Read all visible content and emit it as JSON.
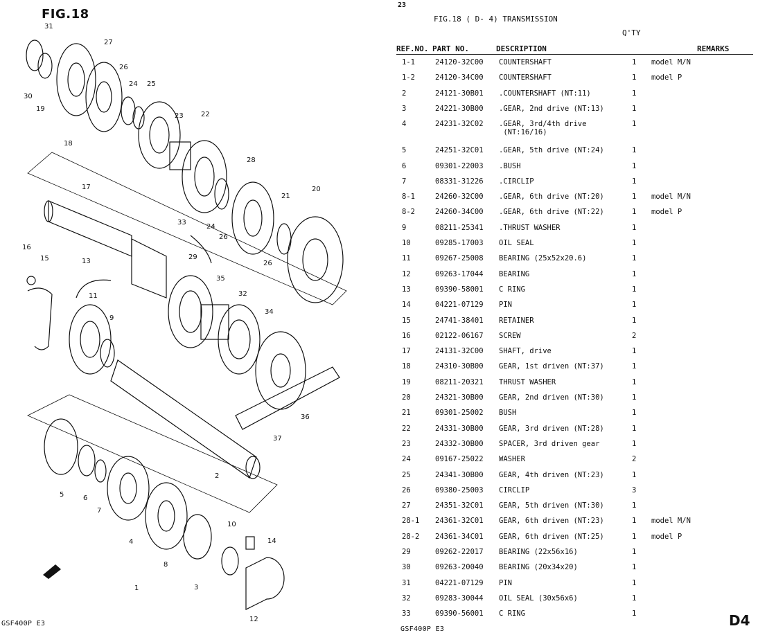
{
  "left": {
    "figure_title": "FIG.18",
    "footer": "GSF400P E3",
    "callouts": [
      {
        "n": "31"
      },
      {
        "n": "27"
      },
      {
        "n": "30"
      },
      {
        "n": "19"
      },
      {
        "n": "26"
      },
      {
        "n": "24"
      },
      {
        "n": "25"
      },
      {
        "n": "18"
      },
      {
        "n": "23"
      },
      {
        "n": "22"
      },
      {
        "n": "28"
      },
      {
        "n": "17"
      },
      {
        "n": "20"
      },
      {
        "n": "21"
      },
      {
        "n": "33"
      },
      {
        "n": "24"
      },
      {
        "n": "26"
      },
      {
        "n": "26"
      },
      {
        "n": "16"
      },
      {
        "n": "15"
      },
      {
        "n": "13"
      },
      {
        "n": "29"
      },
      {
        "n": "11"
      },
      {
        "n": "9"
      },
      {
        "n": "35"
      },
      {
        "n": "32"
      },
      {
        "n": "34"
      },
      {
        "n": "36"
      },
      {
        "n": "37"
      },
      {
        "n": "2"
      },
      {
        "n": "5"
      },
      {
        "n": "6"
      },
      {
        "n": "7"
      },
      {
        "n": "4"
      },
      {
        "n": "8"
      },
      {
        "n": "3"
      },
      {
        "n": "1"
      },
      {
        "n": "10"
      },
      {
        "n": "14"
      },
      {
        "n": "12"
      }
    ]
  },
  "right": {
    "page_number": "23",
    "title": "FIG.18 ( D- 4) TRANSMISSION",
    "qty_header": "Q'TY",
    "columns": {
      "ref": "REF.NO.",
      "part": "PART NO.",
      "desc": "DESCRIPTION",
      "remarks": "REMARKS"
    },
    "rows": [
      {
        "ref": "1-1",
        "part": "24120-32C00",
        "desc": "COUNTERSHAFT",
        "qty": "1",
        "remarks": "model M/N"
      },
      {
        "ref": "1-2",
        "part": "24120-34C00",
        "desc": "COUNTERSHAFT",
        "qty": "1",
        "remarks": "model P"
      },
      {
        "ref": "2",
        "part": "24121-30B01",
        "desc": ".COUNTERSHAFT (NT:11)",
        "qty": "1",
        "remarks": ""
      },
      {
        "ref": "3",
        "part": "24221-30B00",
        "desc": ".GEAR, 2nd drive (NT:13)",
        "qty": "1",
        "remarks": ""
      },
      {
        "ref": "4",
        "part": "24231-32C02",
        "desc": ".GEAR, 3rd/4th drive\n (NT:16/16)",
        "qty": "1",
        "remarks": ""
      },
      {
        "ref": "5",
        "part": "24251-32C01",
        "desc": ".GEAR, 5th drive (NT:24)",
        "qty": "1",
        "remarks": ""
      },
      {
        "ref": "6",
        "part": "09301-22003",
        "desc": ".BUSH",
        "qty": "1",
        "remarks": ""
      },
      {
        "ref": "7",
        "part": "08331-31226",
        "desc": ".CIRCLIP",
        "qty": "1",
        "remarks": ""
      },
      {
        "ref": "8-1",
        "part": "24260-32C00",
        "desc": ".GEAR, 6th drive (NT:20)",
        "qty": "1",
        "remarks": "model M/N"
      },
      {
        "ref": "8-2",
        "part": "24260-34C00",
        "desc": ".GEAR, 6th drive (NT:22)",
        "qty": "1",
        "remarks": "model P"
      },
      {
        "ref": "9",
        "part": "08211-25341",
        "desc": ".THRUST WASHER",
        "qty": "1",
        "remarks": ""
      },
      {
        "ref": "10",
        "part": "09285-17003",
        "desc": "OIL SEAL",
        "qty": "1",
        "remarks": ""
      },
      {
        "ref": "11",
        "part": "09267-25008",
        "desc": "BEARING (25x52x20.6)",
        "qty": "1",
        "remarks": ""
      },
      {
        "ref": "12",
        "part": "09263-17044",
        "desc": "BEARING",
        "qty": "1",
        "remarks": ""
      },
      {
        "ref": "13",
        "part": "09390-58001",
        "desc": "C RING",
        "qty": "1",
        "remarks": ""
      },
      {
        "ref": "14",
        "part": "04221-07129",
        "desc": "PIN",
        "qty": "1",
        "remarks": ""
      },
      {
        "ref": "15",
        "part": "24741-38401",
        "desc": "RETAINER",
        "qty": "1",
        "remarks": ""
      },
      {
        "ref": "16",
        "part": "02122-06167",
        "desc": "SCREW",
        "qty": "2",
        "remarks": ""
      },
      {
        "ref": "17",
        "part": "24131-32C00",
        "desc": "SHAFT, drive",
        "qty": "1",
        "remarks": ""
      },
      {
        "ref": "18",
        "part": "24310-30B00",
        "desc": "GEAR, 1st driven (NT:37)",
        "qty": "1",
        "remarks": ""
      },
      {
        "ref": "19",
        "part": "08211-20321",
        "desc": "THRUST WASHER",
        "qty": "1",
        "remarks": ""
      },
      {
        "ref": "20",
        "part": "24321-30B00",
        "desc": "GEAR, 2nd driven (NT:30)",
        "qty": "1",
        "remarks": ""
      },
      {
        "ref": "21",
        "part": "09301-25002",
        "desc": "BUSH",
        "qty": "1",
        "remarks": ""
      },
      {
        "ref": "22",
        "part": "24331-30B00",
        "desc": "GEAR, 3rd driven (NT:28)",
        "qty": "1",
        "remarks": ""
      },
      {
        "ref": "23",
        "part": "24332-30B00",
        "desc": "SPACER, 3rd driven gear",
        "qty": "1",
        "remarks": ""
      },
      {
        "ref": "24",
        "part": "09167-25022",
        "desc": "WASHER",
        "qty": "2",
        "remarks": ""
      },
      {
        "ref": "25",
        "part": "24341-30B00",
        "desc": "GEAR, 4th driven (NT:23)",
        "qty": "1",
        "remarks": ""
      },
      {
        "ref": "26",
        "part": "09380-25003",
        "desc": "CIRCLIP",
        "qty": "3",
        "remarks": ""
      },
      {
        "ref": "27",
        "part": "24351-32C01",
        "desc": "GEAR, 5th driven (NT:30)",
        "qty": "1",
        "remarks": ""
      },
      {
        "ref": "28-1",
        "part": "24361-32C01",
        "desc": "GEAR, 6th driven (NT:23)",
        "qty": "1",
        "remarks": "model M/N"
      },
      {
        "ref": "28-2",
        "part": "24361-34C01",
        "desc": "GEAR, 6th driven (NT:25)",
        "qty": "1",
        "remarks": "model P"
      },
      {
        "ref": "29",
        "part": "09262-22017",
        "desc": "BEARING (22x56x16)",
        "qty": "1",
        "remarks": ""
      },
      {
        "ref": "30",
        "part": "09263-20040",
        "desc": "BEARING (20x34x20)",
        "qty": "1",
        "remarks": ""
      },
      {
        "ref": "31",
        "part": "04221-07129",
        "desc": "PIN",
        "qty": "1",
        "remarks": ""
      },
      {
        "ref": "32",
        "part": "09283-30044",
        "desc": "OIL SEAL (30x56x6)",
        "qty": "1",
        "remarks": ""
      },
      {
        "ref": "33",
        "part": "09390-56001",
        "desc": "C RING",
        "qty": "1",
        "remarks": ""
      }
    ],
    "footer": "GSF400P E3",
    "section_code": "D4"
  }
}
